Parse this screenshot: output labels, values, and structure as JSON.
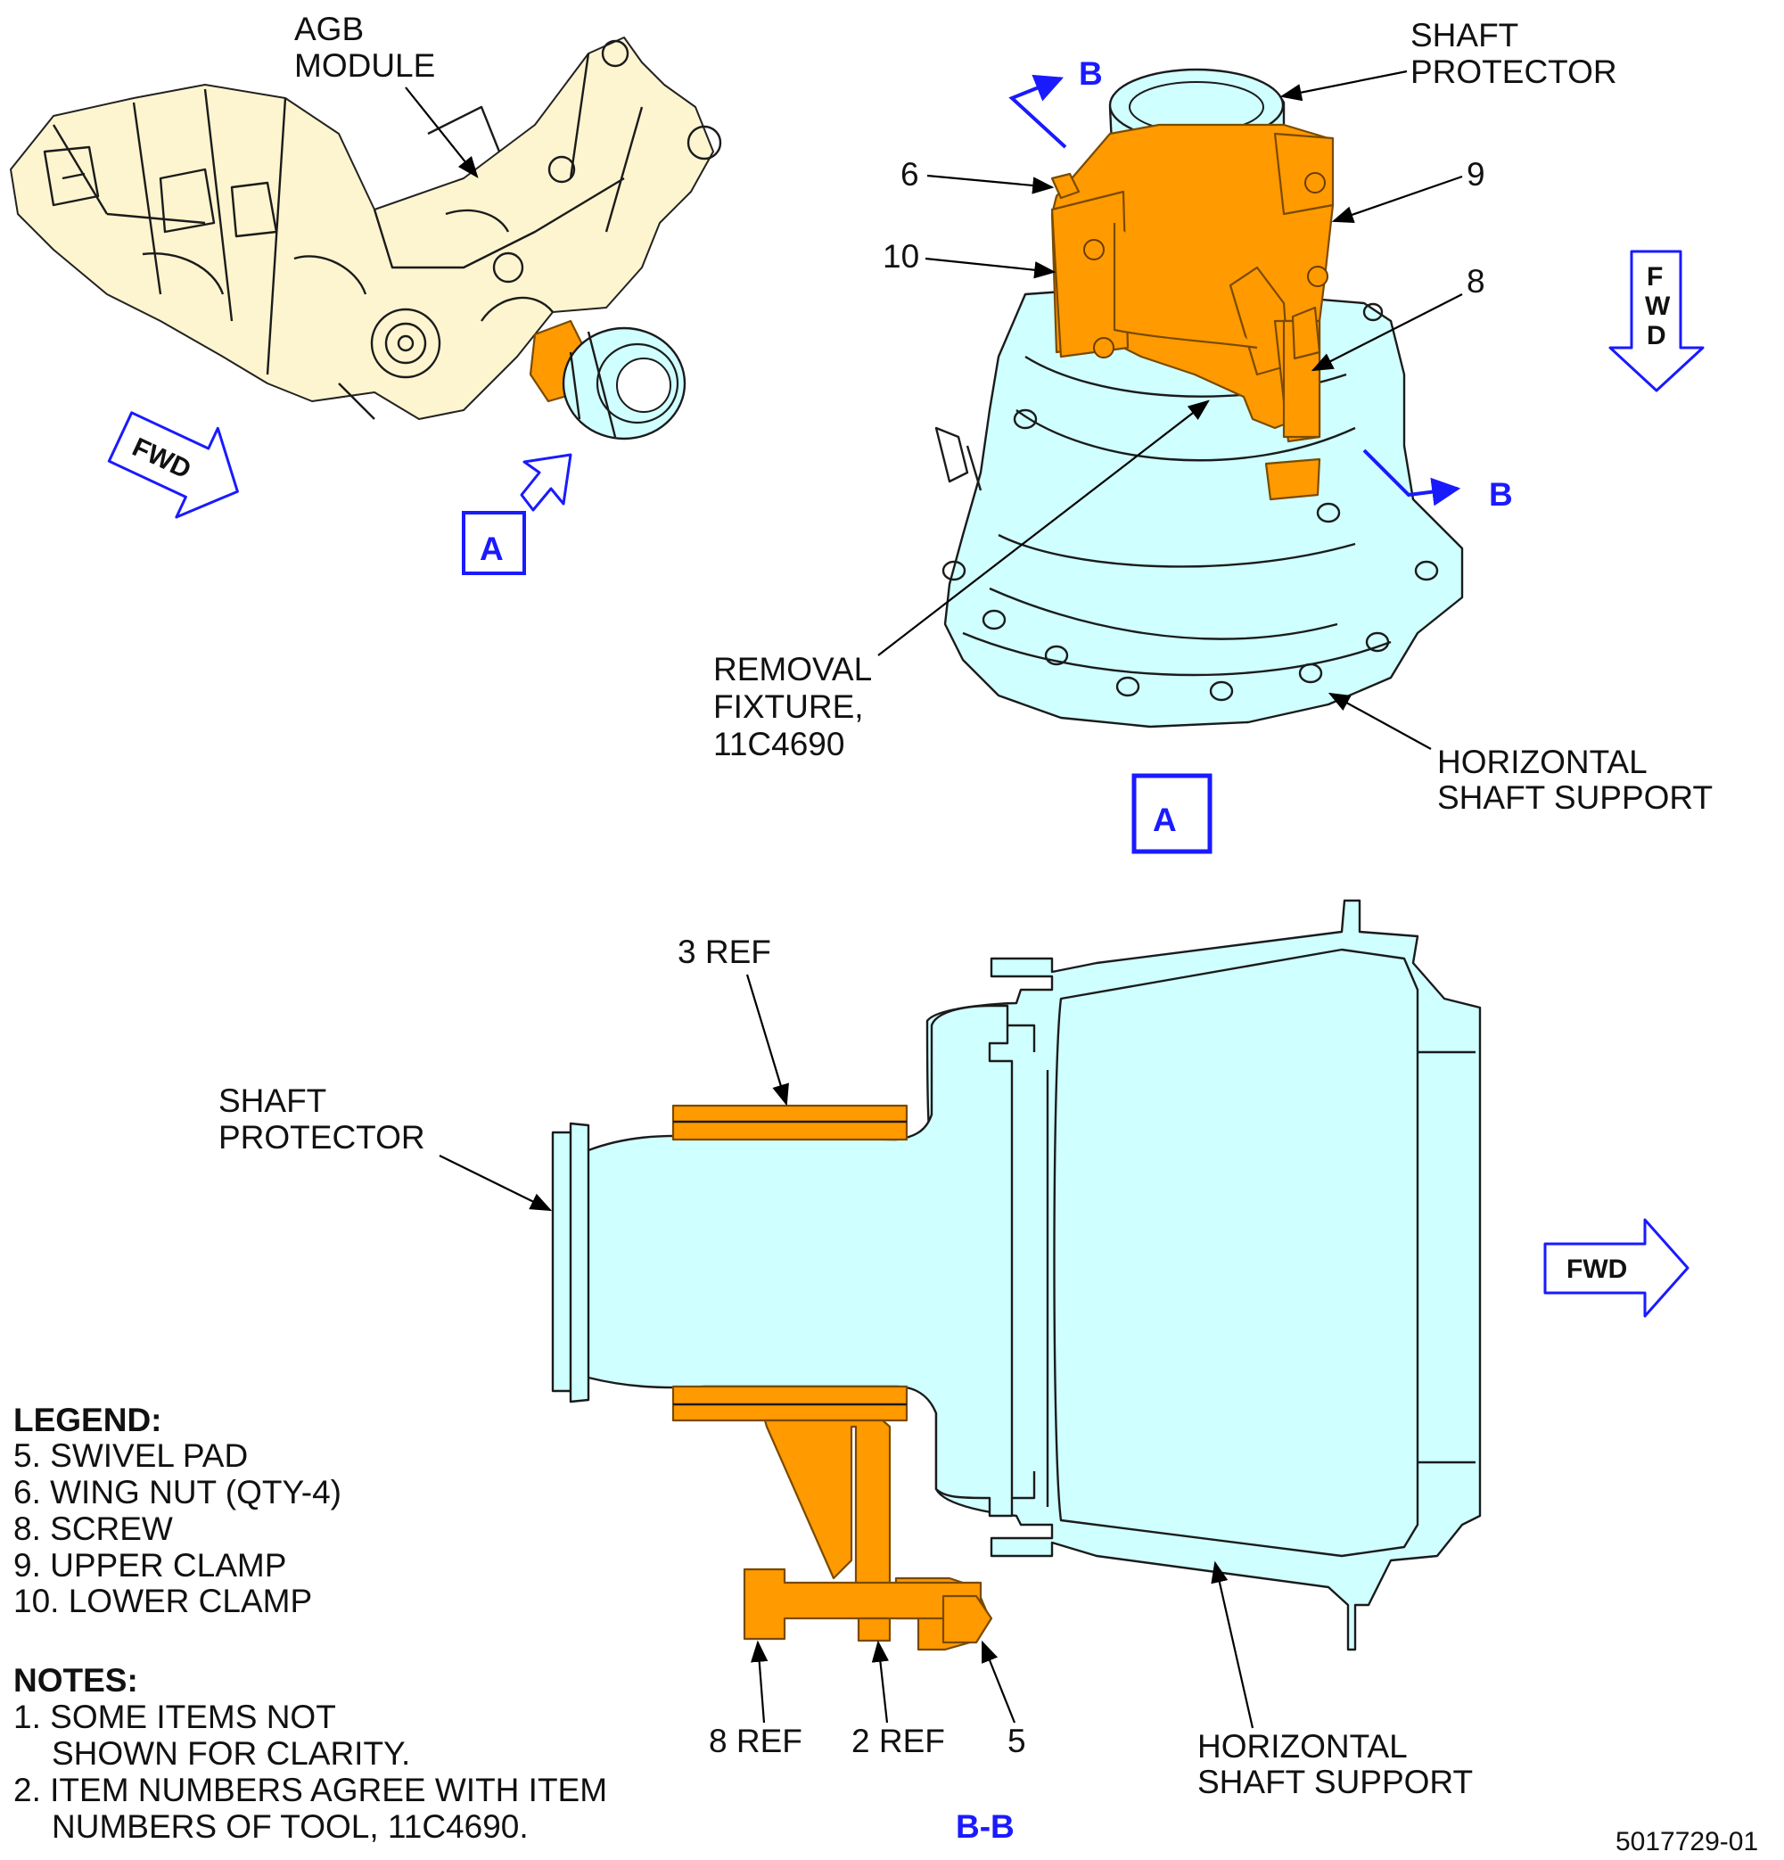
{
  "view_a": {
    "agb_label_1": "AGB",
    "agb_label_2": "MODULE",
    "view_marker": "A",
    "fwd": "FWD",
    "fwd_vertical": [
      "F",
      "W",
      "D"
    ],
    "section_b_top": "B",
    "section_b_right": "B",
    "shaft_protector_1": "SHAFT",
    "shaft_protector_2": "PROTECTOR",
    "callout_6": "6",
    "callout_9": "9",
    "callout_10": "10",
    "callout_8": "8",
    "removal_fixture_1": "REMOVAL",
    "removal_fixture_2": "FIXTURE,",
    "removal_fixture_3": "11C4690",
    "horiz_support_1": "HORIZONTAL",
    "horiz_support_2": "SHAFT SUPPORT",
    "view_label": "A"
  },
  "view_bb": {
    "ref_3": "3 REF",
    "shaft_protector_1": "SHAFT",
    "shaft_protector_2": "PROTECTOR",
    "fwd": "FWD",
    "ref_8": "8 REF",
    "ref_2": "2 REF",
    "callout_5": "5",
    "horiz_support_1": "HORIZONTAL",
    "horiz_support_2": "SHAFT SUPPORT",
    "section_label": "B-B"
  },
  "legend": {
    "title": "LEGEND:",
    "items": [
      "5. SWIVEL PAD",
      "6. WING NUT (QTY-4)",
      "8. SCREW",
      "9. UPPER CLAMP",
      "10. LOWER CLAMP"
    ]
  },
  "notes": {
    "title": "NOTES:",
    "line_1": "1. SOME ITEMS NOT",
    "line_1b": "SHOWN FOR CLARITY.",
    "line_2": "2. ITEM NUMBERS AGREE WITH ITEM",
    "line_2b": "NUMBERS OF TOOL, 11C4690."
  },
  "figure_id": "5017729-01",
  "colors": {
    "fixture": "#ff9a00",
    "support": "#cfffff",
    "agb": "#fdf5cf",
    "callout_blue": "#1a1aff"
  }
}
